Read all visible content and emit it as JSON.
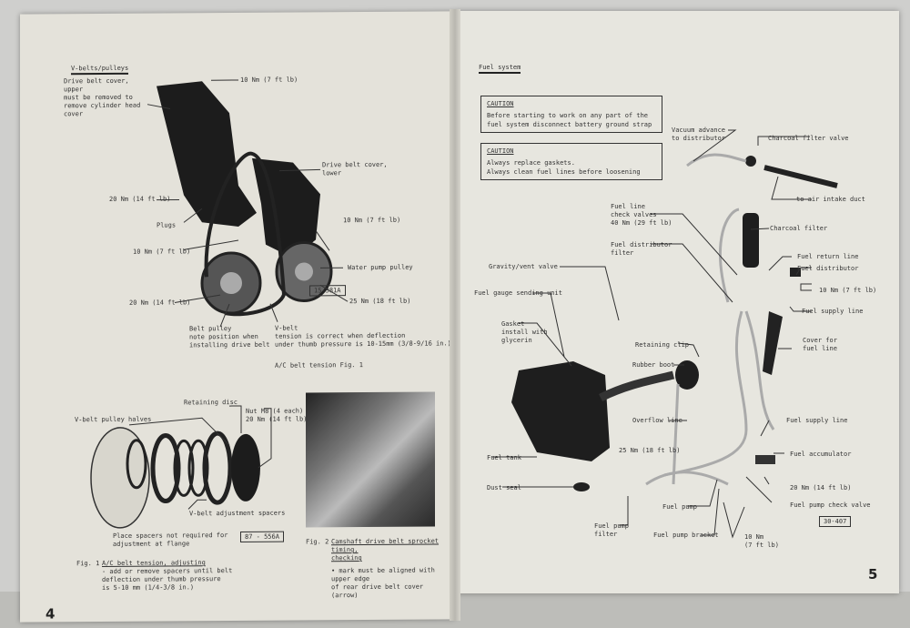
{
  "left_page": {
    "section_title": "V-belts/pulleys",
    "fig1_labels": {
      "cover_upper": "Drive belt cover,\nupper\nmust be removed to\nremove cylinder head\ncover",
      "torque_top": "10 Nm (7 ft lb)",
      "cover_lower": "Drive belt cover,\nlower",
      "torque_left": "20 Nm (14 ft lb)",
      "torque_right": "10 Nm (7 ft lb)",
      "plugs": "Plugs",
      "torque_mid": "10 Nm (7 ft lb)",
      "water_pump_pulley": "Water pump pulley",
      "torque_pulley": "20 Nm (14 ft lb)",
      "torque_wp": "25 Nm (18 ft lb)",
      "fig_code": "15-381A",
      "belt_pulley": "Belt pulley\nnote position when\ninstalling drive belt",
      "vbelt": "V-belt\ntension is correct when deflection\nunder thumb pressure is 10-15mm (3/8-9/16 in.)",
      "caption": "A/C belt tension Fig. 1"
    },
    "fig_ac_labels": {
      "retaining_disc": "Retaining disc",
      "pulley_halves": "V-belt pulley halves",
      "nut": "Nut M8 (4 each)\n20 Nm (14 ft lb)",
      "spacers": "V-belt adjustment spacers",
      "place_spacers": "Place spacers not required for\nadjustment at flange",
      "fig_code": "87 - 556A",
      "caption_num": "Fig. 1",
      "caption_title": "A/C belt tension, adjusting",
      "caption_body": "- add or remove spacers until belt\ndeflection under thumb pressure\nis 5-10 mm (1/4-3/8 in.)"
    },
    "fig2": {
      "caption_num": "Fig. 2",
      "caption_title": "Camshaft drive belt sprocket timing,\nchecking",
      "caption_body": "• mark must be aligned with upper edge\nof rear drive belt cover (arrow)"
    },
    "page_number": "4"
  },
  "right_page": {
    "section_title": "Fuel system",
    "caution1": {
      "title": "CAUTION",
      "text": "Before starting to work on any part of the\nfuel system disconnect battery ground strap"
    },
    "caution2": {
      "title": "CAUTION",
      "text": "Always replace gaskets.\nAlways clean fuel lines before loosening"
    },
    "labels": {
      "vacuum": "Vacuum advance\nto distributor",
      "charcoal_valve": "Charcoal filter valve",
      "air_intake": "to air intake duct",
      "check_valves": "Fuel line\ncheck valves\n40 Nm (29 ft lb)",
      "charcoal_filter": "Charcoal filter",
      "dist_filter": "Fuel distributor\nfilter",
      "return_line": "Fuel return line",
      "distributor": "Fuel distributor",
      "torque_dist": "10 Nm (7 ft lb)",
      "gravity_valve": "Gravity/vent valve",
      "sending_unit": "Fuel gauge sending unit",
      "supply_line_top": "Fuel supply line",
      "gasket": "Gasket\ninstall with\nglycerin",
      "retaining_clip": "Retaining clip",
      "cover_line": "Cover for\nfuel line",
      "rubber_boot": "Rubber boot",
      "overflow": "Overflow line",
      "supply_line": "Fuel supply line",
      "accumulator": "Fuel accumulator",
      "torque_tank": "25 Nm (18 ft lb)",
      "fuel_tank": "Fuel tank",
      "torque_acc": "20 Nm (14 ft lb)",
      "dust_seal": "Dust seal",
      "fuel_pump": "Fuel pump",
      "pump_check": "Fuel pump check valve",
      "fig_code": "30-407",
      "pump_filter": "Fuel pump\nfilter",
      "pump_bracket": "Fuel pump bracket",
      "torque_bracket": "10 Nm\n(7 ft lb)"
    },
    "page_number": "5"
  }
}
